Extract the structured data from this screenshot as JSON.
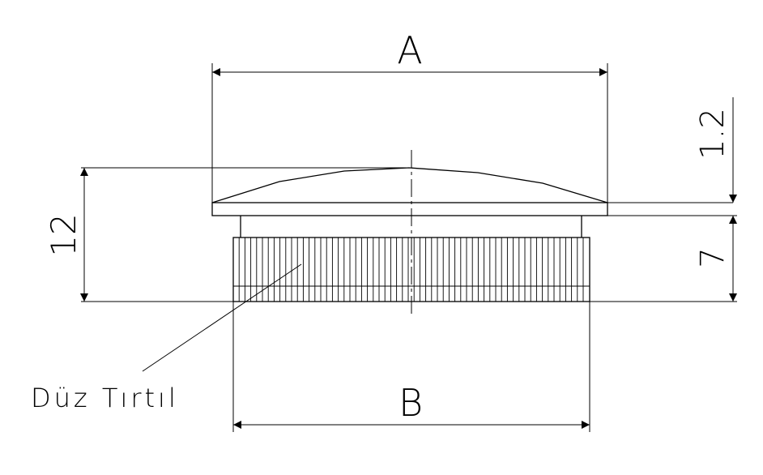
{
  "dimensions": {
    "top_width": "A",
    "bottom_width": "B",
    "total_height": "12",
    "cap_thickness": "1.2",
    "knurl_height": "7"
  },
  "callout": {
    "text": "Düz Tırtıl"
  },
  "colors": {
    "line": "#000000",
    "background": "#ffffff"
  }
}
